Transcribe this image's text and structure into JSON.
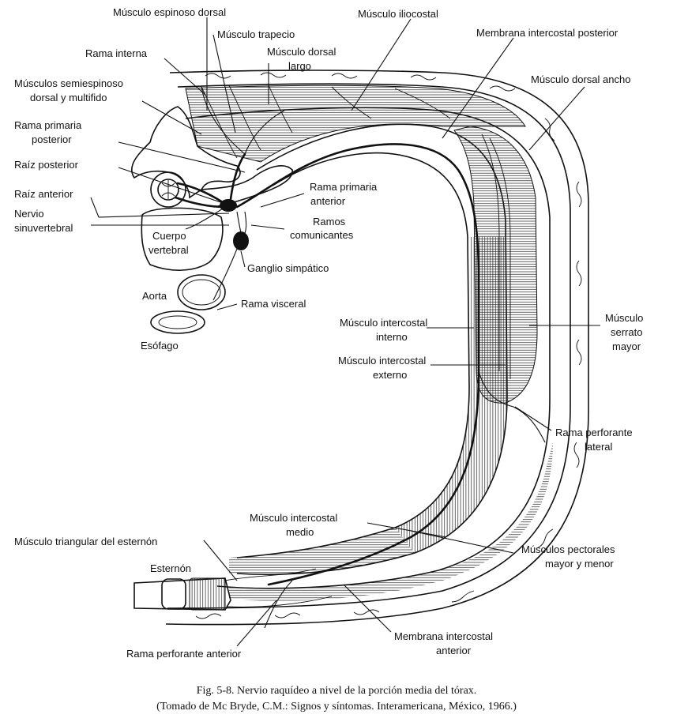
{
  "labels": {
    "espinoso": "Músculo espinoso dorsal",
    "iliocostal": "Músculo iliocostal",
    "trapecio": "Músculo trapecio",
    "membrana_post": "Membrana intercostal posterior",
    "rama_interna": "Rama interna",
    "dorsal_largo_1": "Músculo dorsal",
    "dorsal_largo_2": "largo",
    "dorsal_ancho": "Músculo dorsal ancho",
    "semiespinoso_1": "Músculos semiespinoso",
    "semiespinoso_2": "dorsal y multifido",
    "rama_post_1": "Rama primaria",
    "rama_post_2": "posterior",
    "raiz_post": "Raíz posterior",
    "rama_ant_1": "Rama primaria",
    "rama_ant_2": "anterior",
    "raiz_ant": "Raíz anterior",
    "nervio_1": "Nervio",
    "nervio_2": "sinuvertebral",
    "ramos_1": "Ramos",
    "ramos_2": "comunicantes",
    "cuerpo_1": "Cuerpo",
    "cuerpo_2": "vertebral",
    "ganglio": "Ganglio simpático",
    "aorta": "Aorta",
    "rama_visceral": "Rama visceral",
    "esofago": "Esófago",
    "int_interno_1": "Músculo intercostal",
    "int_interno_2": "interno",
    "serrato_1": "Músculo",
    "serrato_2": "serrato",
    "serrato_3": "mayor",
    "int_externo_1": "Músculo intercostal",
    "int_externo_2": "externo",
    "perf_lat_1": "Rama perforante",
    "perf_lat_2": "lateral",
    "int_medio_1": "Músculo intercostal",
    "int_medio_2": "medio",
    "triangular": "Músculo triangular del esternón",
    "pectorales_1": "Músculos pectorales",
    "pectorales_2": "mayor y menor",
    "esternon": "Esternón",
    "membrana_ant_1": "Membrana intercostal",
    "membrana_ant_2": "anterior",
    "perf_ant": "Rama perforante anterior"
  },
  "caption": {
    "line1": "Fig. 5-8. Nervio raquídeo a nivel de la porción media del tórax.",
    "line2": "(Tomado de Mc Bryde, C.M.: Signos y síntomas. Interamericana, México, 1966.)"
  }
}
